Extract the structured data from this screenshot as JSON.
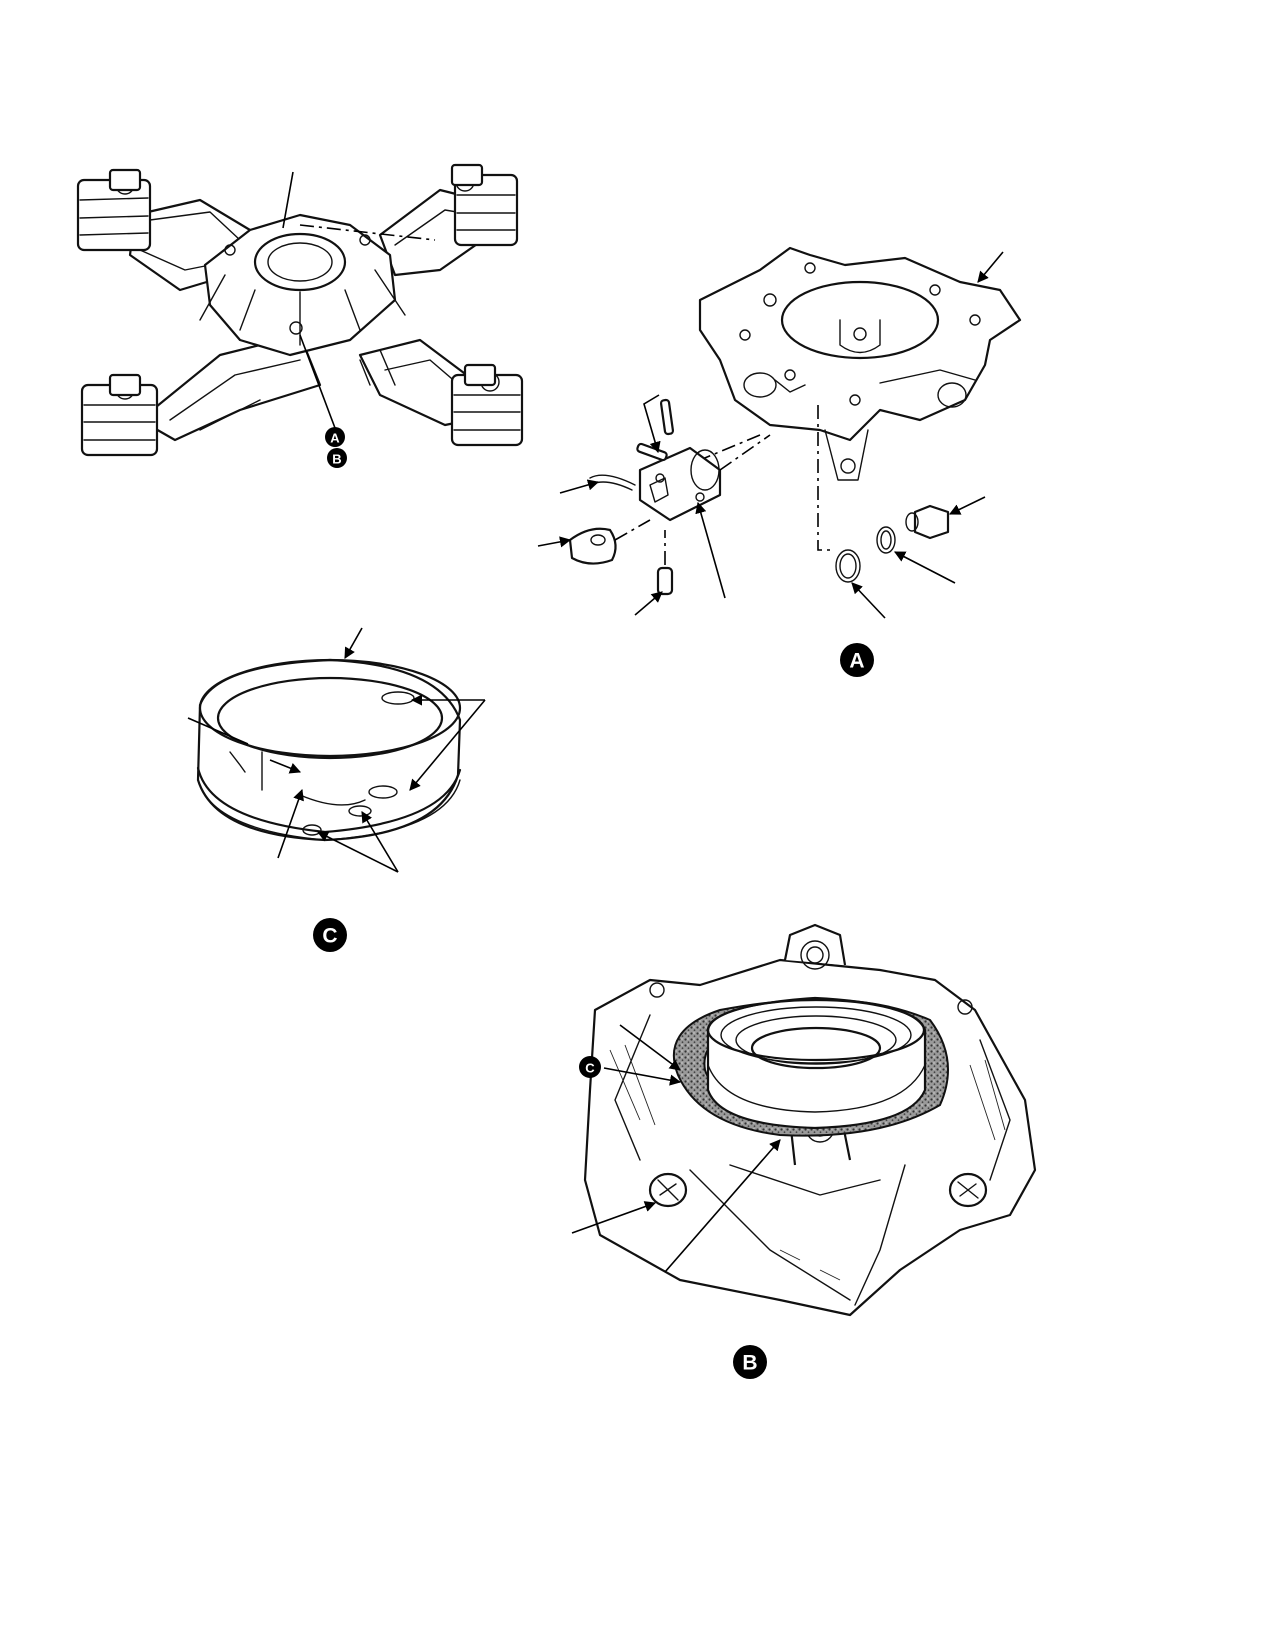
{
  "detail_markers": {
    "a_main": "A",
    "b_main": "B",
    "c_inset": "C",
    "a_caption": "A",
    "c_caption": "C",
    "b_caption": "B"
  }
}
